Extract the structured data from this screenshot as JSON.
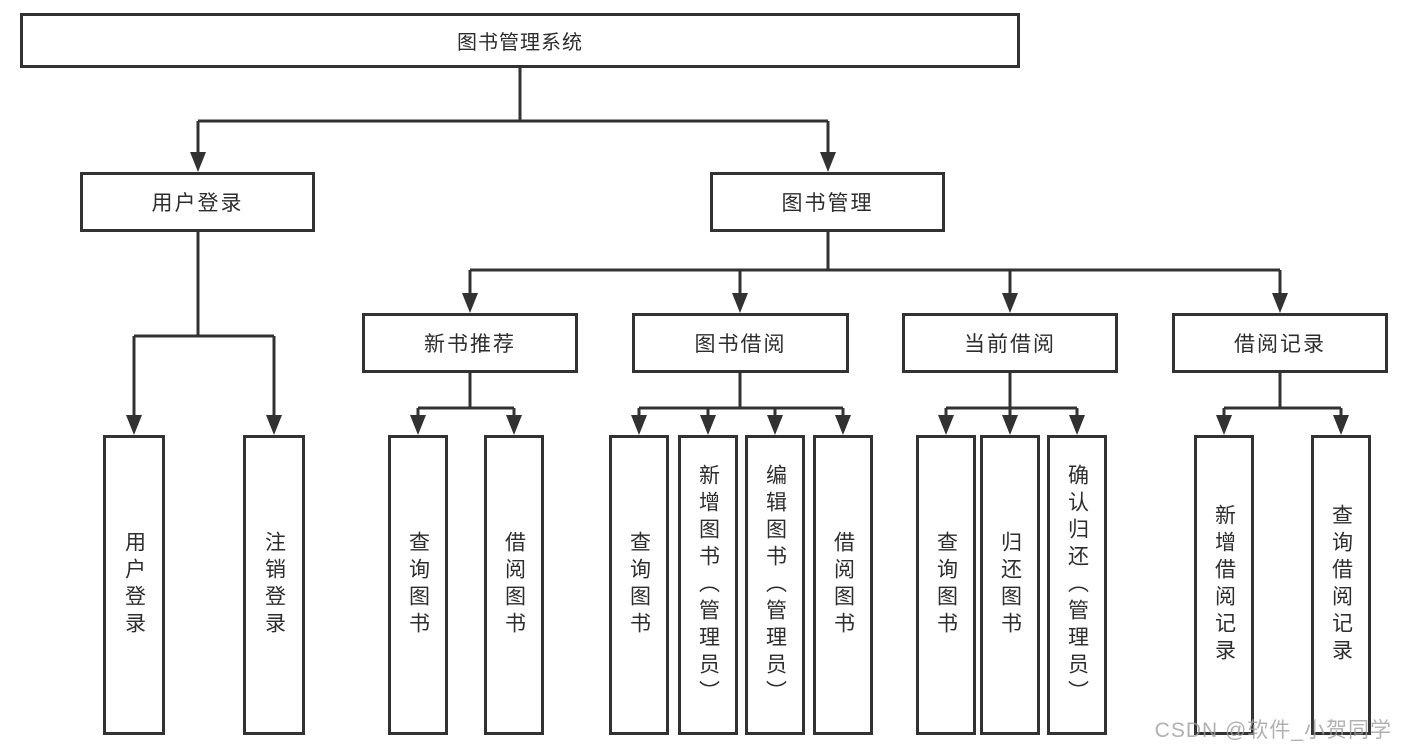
{
  "diagram": {
    "root": {
      "label": "图书管理系统"
    },
    "level2": [
      {
        "id": "user-login",
        "label": "用户登录"
      },
      {
        "id": "book-management",
        "label": "图书管理"
      }
    ],
    "level3": [
      {
        "id": "new-book-recommend",
        "label": "新书推荐"
      },
      {
        "id": "book-borrow",
        "label": "图书借阅"
      },
      {
        "id": "current-borrow",
        "label": "当前借阅"
      },
      {
        "id": "borrow-records",
        "label": "借阅记录"
      }
    ],
    "leaves": [
      {
        "id": "user-login-leaf",
        "label": "用户登录",
        "parent": "user-login"
      },
      {
        "id": "logout-leaf",
        "label": "注销登录",
        "parent": "user-login"
      },
      {
        "id": "query-books-recommend",
        "label": "查询图书",
        "parent": "new-book-recommend"
      },
      {
        "id": "borrow-books-recommend",
        "label": "借阅图书",
        "parent": "new-book-recommend"
      },
      {
        "id": "query-books-borrow",
        "label": "查询图书",
        "parent": "book-borrow"
      },
      {
        "id": "add-books-admin",
        "label": "新增图书（管理员）",
        "parent": "book-borrow"
      },
      {
        "id": "edit-books-admin",
        "label": "编辑图书（管理员）",
        "parent": "book-borrow"
      },
      {
        "id": "borrow-books-borrow",
        "label": "借阅图书",
        "parent": "book-borrow"
      },
      {
        "id": "query-books-current",
        "label": "查询图书",
        "parent": "current-borrow"
      },
      {
        "id": "return-books",
        "label": "归还图书",
        "parent": "current-borrow"
      },
      {
        "id": "confirm-return-admin",
        "label": "确认归还（管理员）",
        "parent": "current-borrow"
      },
      {
        "id": "add-borrow-record",
        "label": "新增借阅记录",
        "parent": "borrow-records"
      },
      {
        "id": "query-borrow-record",
        "label": "查询借阅记录",
        "parent": "borrow-records"
      }
    ],
    "colors": {
      "line": "#323232",
      "text": "#2d2d2d",
      "watermark": "#9e9e9e"
    },
    "watermark": "CSDN @软件_小贺同学"
  }
}
